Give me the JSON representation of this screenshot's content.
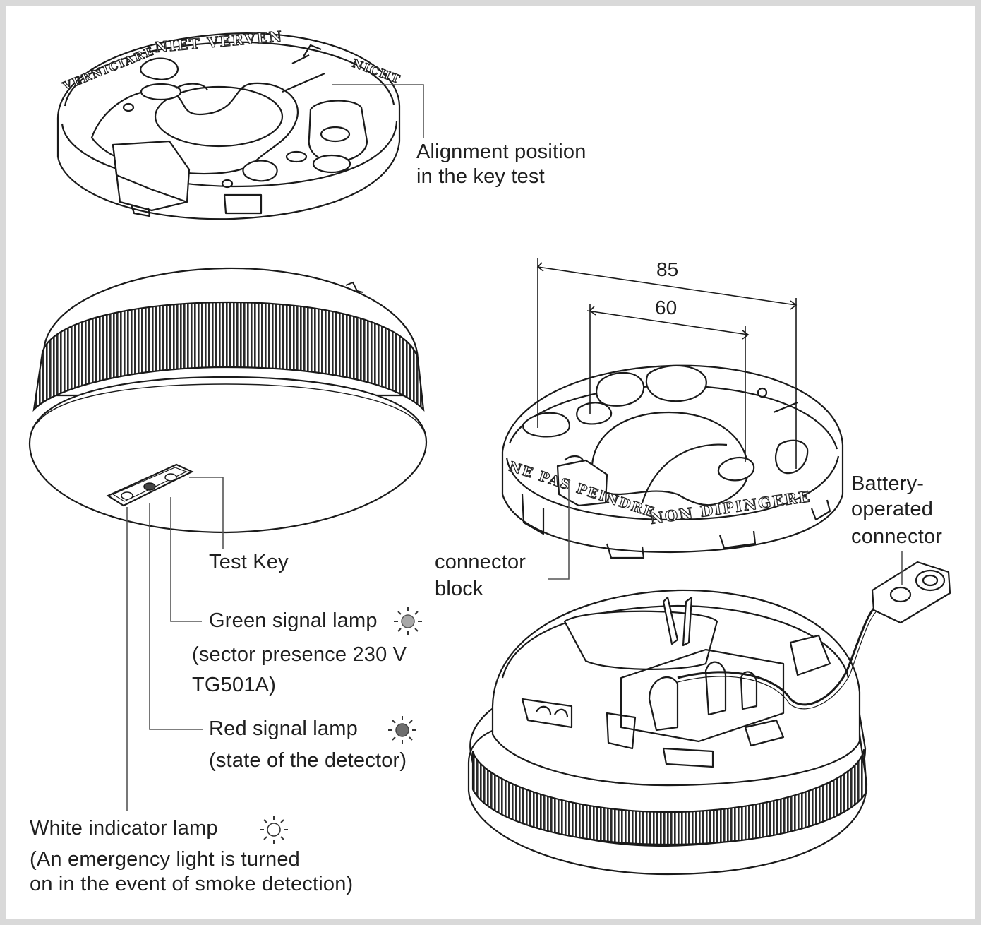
{
  "labels": {
    "alignment_line1": "Alignment position",
    "alignment_line2": "in the key test",
    "test_key": "Test Key",
    "green_line1": "Green signal lamp",
    "green_line2": "(sector presence 230 V",
    "green_line3": "TG501A)",
    "red_line1": "Red signal lamp",
    "red_line2": "(state of the detector)",
    "white_line1": "White indicator lamp",
    "white_line2": "(An emergency light is turned",
    "white_line3": "on in the event of smoke detection)",
    "connector_line1": "connector",
    "connector_line2": "block",
    "battery_line1": "Battery-",
    "battery_line2": "operated",
    "battery_line3": "connector"
  },
  "dimensions": {
    "outer": "85",
    "inner": "60"
  },
  "embossed": {
    "top_base_1": "NIET VERVEN",
    "top_base_2": "VERNICIARE",
    "top_base_3": "NICHT",
    "right_base_1": "NE PAS PEINDRE",
    "right_base_2": "NON DIPINGERE"
  },
  "lamps": {
    "green": {
      "color": "#a8a8a8"
    },
    "red": {
      "color": "#6e6e6e"
    },
    "white": {
      "color": "#ffffff"
    }
  },
  "colors": {
    "line": "#1a1a1a",
    "leader": "#555555",
    "frame": "#d9d9d9"
  }
}
